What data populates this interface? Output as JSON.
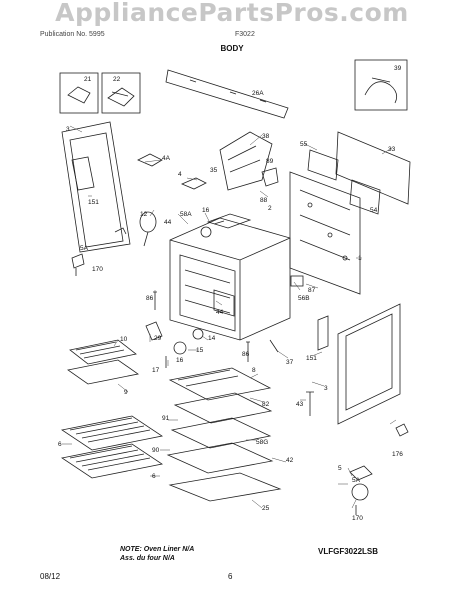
{
  "watermark": "AppliancePartsPros.com",
  "header": {
    "left_faint": "Publication No. 5995",
    "right_faint": "F3022",
    "section_title": "BODY"
  },
  "callouts": [
    "21",
    "22",
    "26A",
    "39",
    "3",
    "4A",
    "38",
    "35",
    "89",
    "55",
    "33",
    "4",
    "2",
    "88",
    "12",
    "44",
    "16",
    "58A",
    "151",
    "5A",
    "170",
    "86",
    "44",
    "56B",
    "87",
    "54",
    "1",
    "29",
    "14",
    "15",
    "17",
    "16",
    "10",
    "86",
    "37",
    "151",
    "9",
    "8",
    "82",
    "43",
    "3",
    "91",
    "58G",
    "90",
    "42",
    "6",
    "176",
    "6",
    "5A",
    "25",
    "5",
    "170"
  ],
  "note": {
    "line1": "NOTE: Oven Liner N/A",
    "line2": "Ass. du four N/A"
  },
  "model": "VLFGF3022LSB",
  "footer": {
    "date": "08/12",
    "page": "6"
  }
}
